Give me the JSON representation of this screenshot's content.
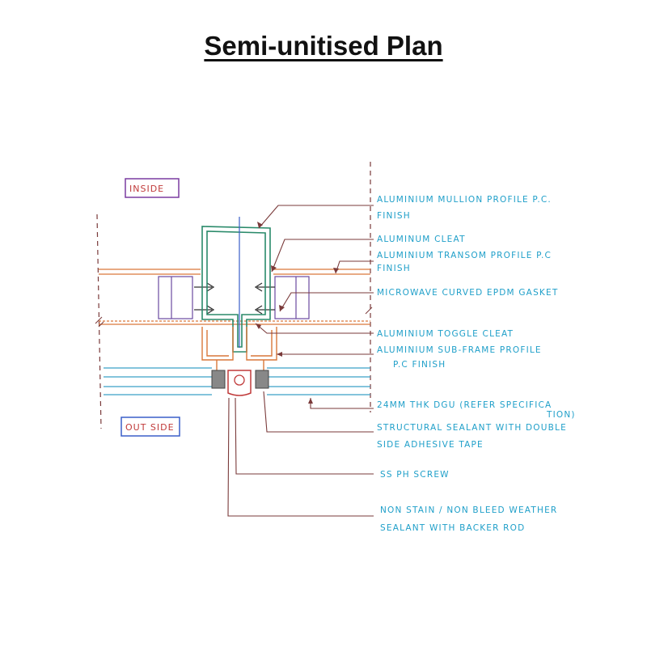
{
  "title": "Semi-unitised Plan",
  "zones": {
    "inside": "INSIDE",
    "outside": "OUT SIDE"
  },
  "labels": {
    "mullion_1": "ALUMINIUM MULLION PROFILE P.C.",
    "mullion_2": "FINISH",
    "cleat": "ALUMINUM CLEAT",
    "transom_1": "ALUMINIUM TRANSOM PROFILE P.C",
    "transom_2": "FINISH",
    "gasket": "MICROWAVE CURVED EPDM GASKET",
    "toggle": "ALUMINIUM TOGGLE CLEAT",
    "subframe_1": "ALUMINIUM SUB-FRAME PROFILE",
    "subframe_2": "P.C FINISH",
    "dgu_1": "24MM THK DGU (REFER SPECIFICA",
    "dgu_2": "TION)",
    "sealant_1": "STRUCTURAL SEALANT WITH DOUBLE",
    "sealant_2": "SIDE ADHESIVE TAPE",
    "screw": "SS PH SCREW",
    "weather_1": "NON STAIN / NON BLEED WEATHER",
    "weather_2": "SEALANT WITH BACKER ROD"
  },
  "colors": {
    "label_text": "#1f9fc9",
    "leader": "#7a3a3a",
    "mullion": "#2a8a6a",
    "transom": "#d9773a",
    "glass": "#3aa0c8",
    "inside_box": "#7a3ca0",
    "outside_box": "#3a5fc8"
  }
}
